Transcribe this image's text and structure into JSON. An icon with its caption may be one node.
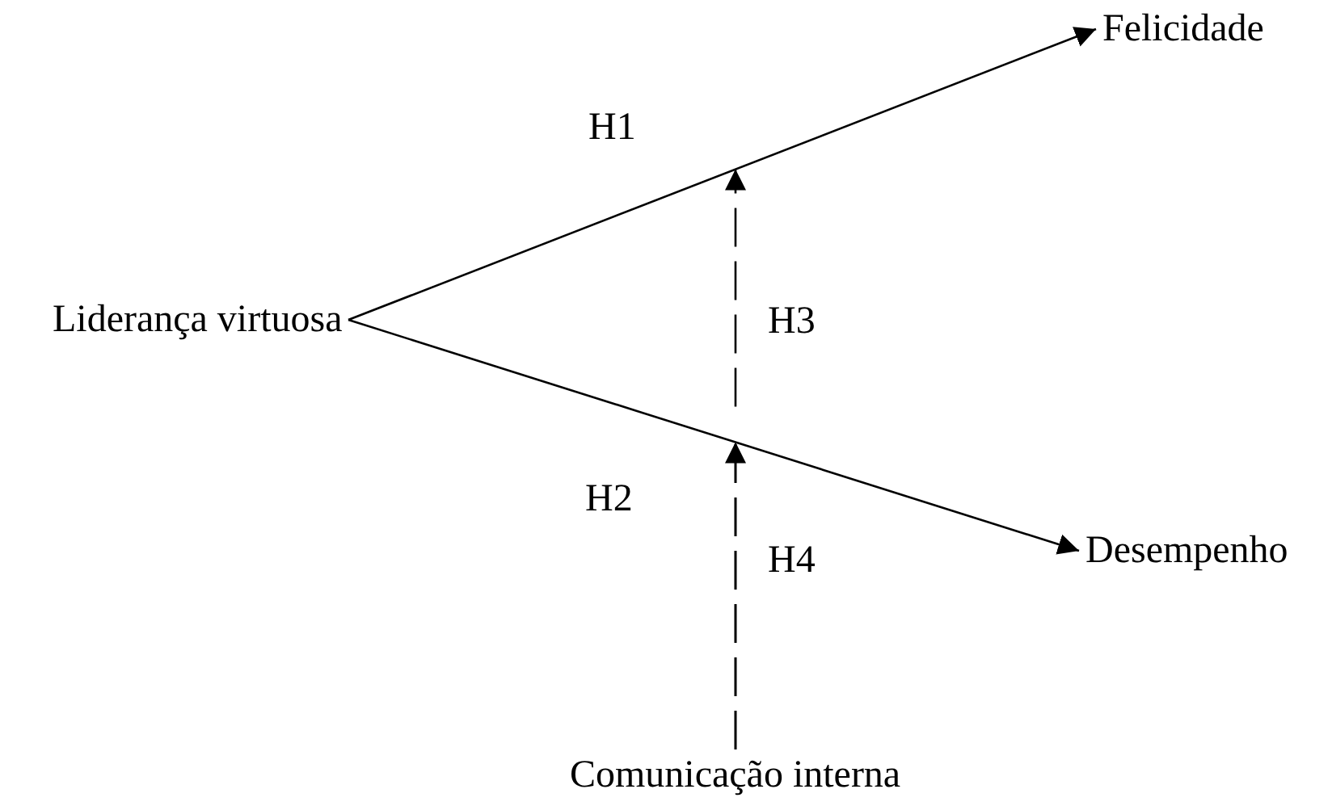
{
  "diagram": {
    "nodes": [
      {
        "text": [
          "Liderança virtuosa"
        ]
      },
      {
        "text": [
          "Felicidade"
        ]
      },
      {
        "text": [
          "Desempenho"
        ]
      },
      {
        "text": [
          "Comunicação interna"
        ]
      }
    ],
    "edges": [
      {
        "from": 0,
        "to": 1,
        "arrow": "to",
        "label": "H1"
      },
      {
        "from": 0,
        "to": 2,
        "arrow": "to",
        "label": "H2"
      },
      {
        "from": 3,
        "to": null,
        "arrow": "to",
        "label": "H3",
        "style": "dashed"
      },
      {
        "from": 3,
        "to": null,
        "arrow": "to",
        "label": "H4",
        "style": "dashed"
      }
    ]
  }
}
